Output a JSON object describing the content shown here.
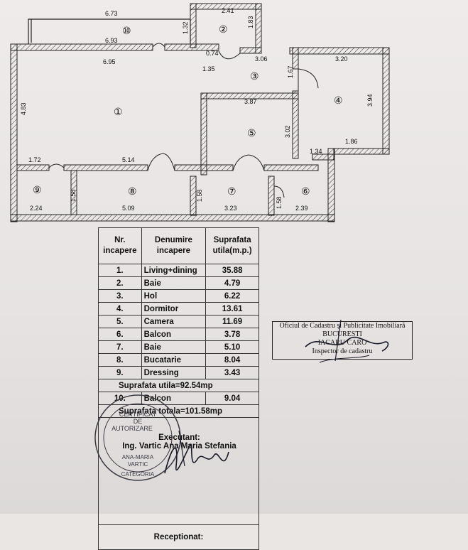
{
  "plan": {
    "dimensions": [
      "6.73",
      "2.41",
      "1.32",
      "1.83",
      "6.93",
      "0.74",
      "6.95",
      "3.06",
      "3.20",
      "1.35",
      "1.67",
      "3.87",
      "4.83",
      "3.94",
      "3.02",
      "1.86",
      "1.72",
      "5.14",
      "1.34",
      "1.58",
      "1.58",
      "1.58",
      "2.24",
      "5.09",
      "3.23",
      "2.39"
    ],
    "room_numbers": [
      "①",
      "②",
      "③",
      "④",
      "⑤",
      "⑥",
      "⑦",
      "⑧",
      "⑨",
      "⑩"
    ]
  },
  "table": {
    "header": {
      "col1": "Nr. incapere",
      "col2": "Denumire incapere",
      "col3": "Suprafata utila(m.p.)"
    },
    "rows": [
      {
        "nr": "1.",
        "name": "Living+dining",
        "area": "35.88"
      },
      {
        "nr": "2.",
        "name": "Baie",
        "area": "4.79"
      },
      {
        "nr": "3.",
        "name": "Hol",
        "area": "6.22"
      },
      {
        "nr": "4.",
        "name": "Dormitor",
        "area": "13.61"
      },
      {
        "nr": "5.",
        "name": "Camera",
        "area": "11.69"
      },
      {
        "nr": "6.",
        "name": "Balcon",
        "area": "3.78"
      },
      {
        "nr": "7.",
        "name": "Baie",
        "area": "5.10"
      },
      {
        "nr": "8.",
        "name": "Bucatarie",
        "area": "8.04"
      },
      {
        "nr": "9.",
        "name": "Dressing",
        "area": "3.43"
      }
    ],
    "useful_total": "Suprafata utila=92.54mp",
    "extra_row": {
      "nr": "10.",
      "name": "Balcon",
      "area": "9.04"
    },
    "grand_total": "Suprafata totala=101.58mp",
    "receptionat": "Receptionat:"
  },
  "executant": {
    "label": "Executant:",
    "name": "Ing. Vartic Ana Maria Stefania"
  },
  "round_stamp": {
    "line1": "CERTIFICAT",
    "line2": "DE",
    "line3": "AUTORIZARE",
    "line4": "ANA-MARIA",
    "line5": "VARTIC",
    "line6": "CATEGORIA"
  },
  "office_stamp": {
    "line1": "Oficiul de Cadastru și Publicitate Imobiliară",
    "line2": "BUCURESTI",
    "line3": "IACARU CARO",
    "line4": "Inspector de cadastru"
  }
}
